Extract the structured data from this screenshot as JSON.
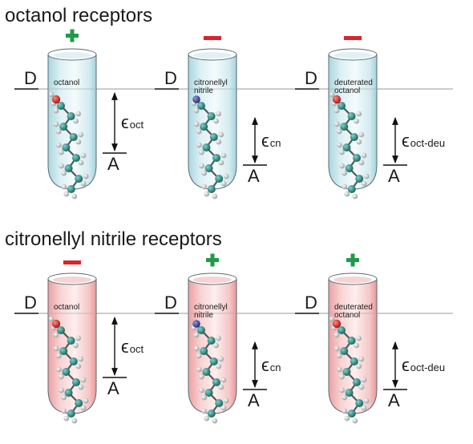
{
  "colors": {
    "plus": "#1f9b4a",
    "minus": "#d9242a",
    "tube_blue_edge": "#b9dfe8",
    "tube_pink_edge": "#ec9ea0",
    "carbon": "#1f8a82",
    "hydrogen": "#c9c9c9",
    "oxygen": "#d9241f",
    "nitrogen": "#2d3c9c"
  },
  "sections": [
    {
      "title": "octanol receptors",
      "tube_color": "blue",
      "cells": [
        {
          "sign": "+",
          "sign_color": "plus",
          "molecule": [
            "octanol"
          ],
          "head_atom": "oxygen",
          "donor": "D",
          "acceptor": "A",
          "energy": "oct"
        },
        {
          "sign": "−",
          "sign_color": "minus",
          "molecule": [
            "citronellyl",
            "nitrile"
          ],
          "head_atom": "nitrogen",
          "donor": "D",
          "acceptor": "A",
          "energy": "cn"
        },
        {
          "sign": "−",
          "sign_color": "minus",
          "molecule": [
            "deuterated",
            "octanol"
          ],
          "head_atom": "oxygen",
          "donor": "D",
          "acceptor": "A",
          "energy": "oct-deu"
        }
      ]
    },
    {
      "title": "citronellyl nitrile receptors",
      "tube_color": "pink",
      "cells": [
        {
          "sign": "−",
          "sign_color": "minus",
          "molecule": [
            "octanol"
          ],
          "head_atom": "oxygen",
          "donor": "D",
          "acceptor": "A",
          "energy": "oct"
        },
        {
          "sign": "+",
          "sign_color": "plus",
          "molecule": [
            "citronellyl",
            "nitrile"
          ],
          "head_atom": "nitrogen",
          "donor": "D",
          "acceptor": "A",
          "energy": "cn"
        },
        {
          "sign": "+",
          "sign_color": "plus",
          "molecule": [
            "deuterated",
            "octanol"
          ],
          "head_atom": "oxygen",
          "donor": "D",
          "acceptor": "A",
          "energy": "oct-deu"
        }
      ]
    }
  ],
  "epsilon_symbol": "ϵ"
}
